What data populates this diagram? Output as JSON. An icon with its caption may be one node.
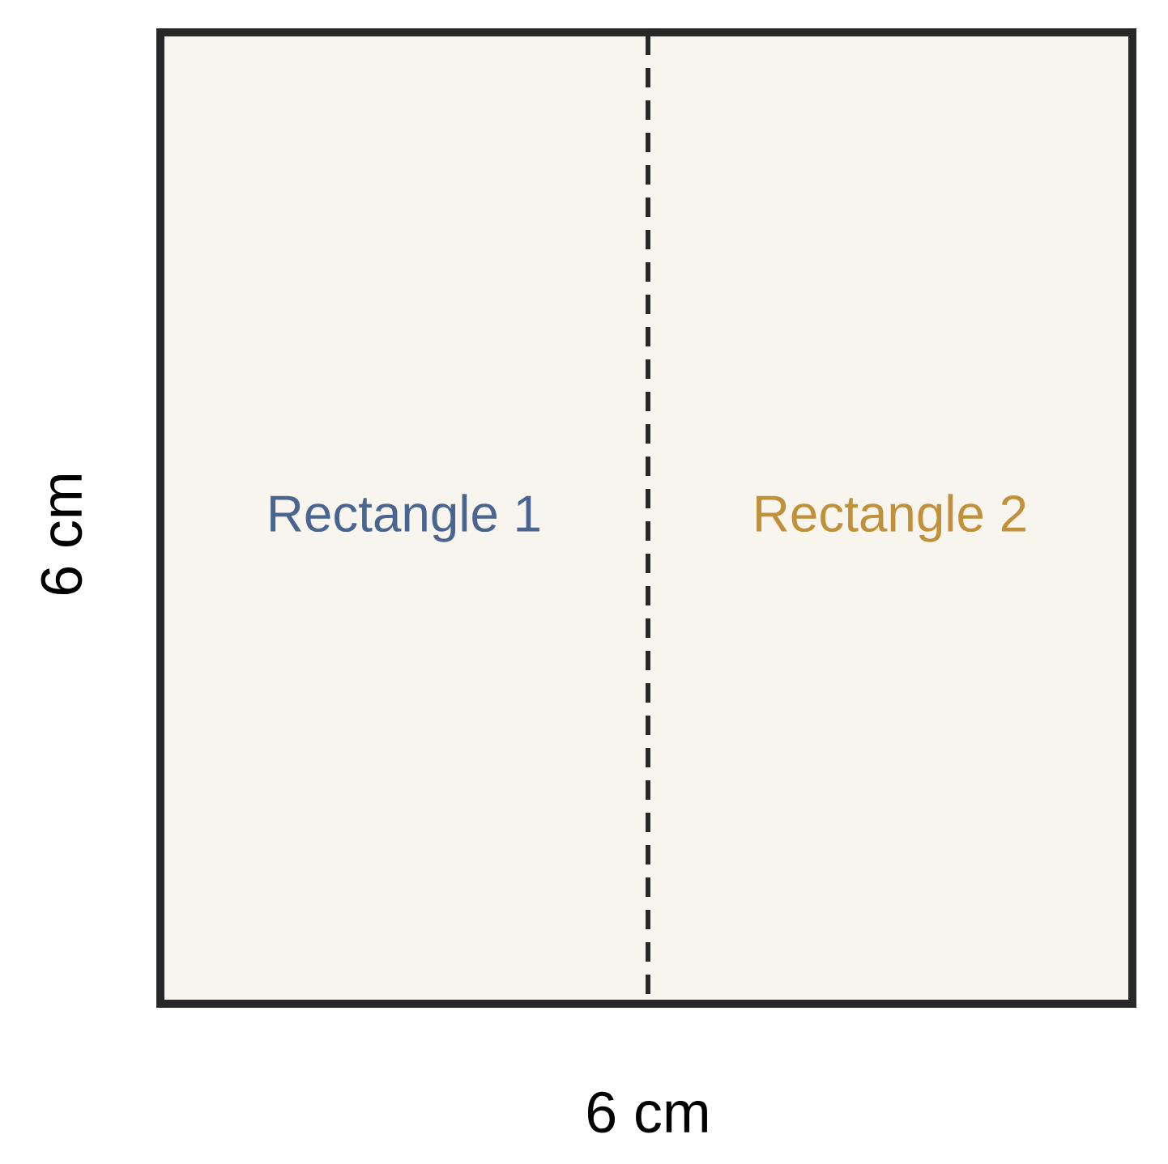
{
  "diagram": {
    "nodes": [
      {
        "text": [
          "Rectangle 1"
        ]
      },
      {
        "text": [
          "Rectangle 2"
        ]
      }
    ],
    "labels": [
      "6 cm",
      "6 cm"
    ]
  }
}
